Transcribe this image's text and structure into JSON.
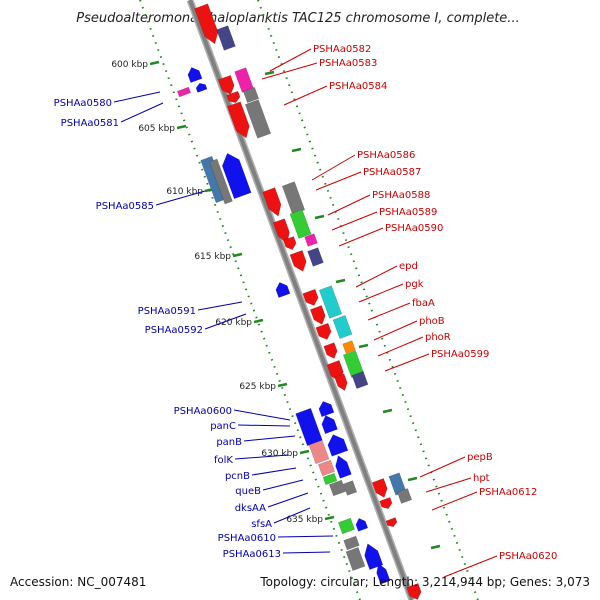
{
  "title": "Pseudoalteromonas haloplanktis TAC125 chromosome I, complete...",
  "footer": {
    "accession": "Accession: NC_007481",
    "stats": "Topology: circular; Length: 3,214,944 bp; Genes: 3,073"
  },
  "scale_ticks": [
    "600 kbp",
    "605 kbp",
    "610 kbp",
    "615 kbp",
    "620 kbp",
    "625 kbp",
    "630 kbp",
    "635 kbp"
  ],
  "forward_gene_labels": [
    "PSHAa0582",
    "PSHAa0583",
    "PSHAa0584",
    "PSHAa0586",
    "PSHAa0587",
    "PSHAa0588",
    "PSHAa0589",
    "PSHAa0590",
    "epd",
    "pgk",
    "fbaA",
    "phoB",
    "phoR",
    "PSHAa0599",
    "pepB",
    "hpt",
    "PSHAa0612",
    "PSHAa0620"
  ],
  "reverse_gene_labels": [
    "PSHAa0580",
    "PSHAa0581",
    "PSHAa0585",
    "PSHAa0591",
    "PSHAa0592",
    "PSHAa0600",
    "panC",
    "panB",
    "folK",
    "pcnB",
    "queB",
    "dksAA",
    "sfsA",
    "PSHAa0610",
    "PSHAa0613"
  ],
  "colors": {
    "backbone": "#808080",
    "forward_label": "#cc0000",
    "reverse_label": "#0000aa",
    "scale_dots": "#228822",
    "gene_red": "#ee1111",
    "gene_blue": "#1111ee",
    "gene_magenta": "#ee22aa",
    "gene_gray": "#777777",
    "gene_green": "#33cc33",
    "gene_cyan": "#22cccc",
    "gene_navy": "#444488",
    "gene_steel": "#4477aa",
    "gene_pink": "#ee8888",
    "gene_orange": "#ff8800"
  }
}
